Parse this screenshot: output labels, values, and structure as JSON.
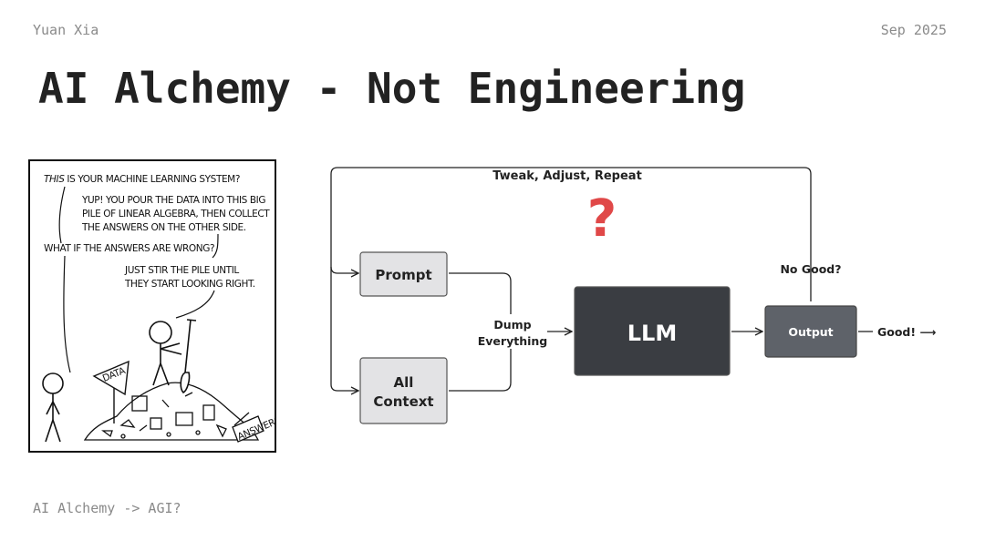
{
  "header": {
    "author": "Yuan Xia",
    "date": "Sep 2025",
    "title": "AI Alchemy - Not Engineering"
  },
  "comic": {
    "line1_prefix": "THIS",
    "line1_rest": " IS YOUR MACHINE LEARNING SYSTEM?",
    "reply_lines": [
      "YUP!  YOU POUR THE DATA INTO THIS BIG",
      "PILE OF LINEAR ALGEBRA, THEN COLLECT",
      "THE ANSWERS ON THE OTHER SIDE."
    ],
    "question": "WHAT IF THE ANSWERS ARE WRONG?",
    "answer_lines": [
      "JUST STIR THE PILE UNTIL",
      "THEY START LOOKING RIGHT."
    ],
    "data_sign": "DATA",
    "answers_sign": "ANSWERS"
  },
  "diagram": {
    "loop_label": "Tweak, Adjust, Repeat",
    "question_mark": "?",
    "prompt_label": "Prompt",
    "context_label_1": "All",
    "context_label_2": "Context",
    "dump_label_1": "Dump",
    "dump_label_2": "Everything",
    "llm_label": "LLM",
    "output_label": "Output",
    "no_good_label": "No Good?",
    "good_label": "Good! ⟶",
    "colors": {
      "question_mark": "#e04848",
      "llm_fill": "#3a3d42",
      "output_fill": "#5e6269",
      "input_fill": "#e3e3e5"
    }
  },
  "footer": {
    "text": "AI Alchemy -> AGI?"
  }
}
